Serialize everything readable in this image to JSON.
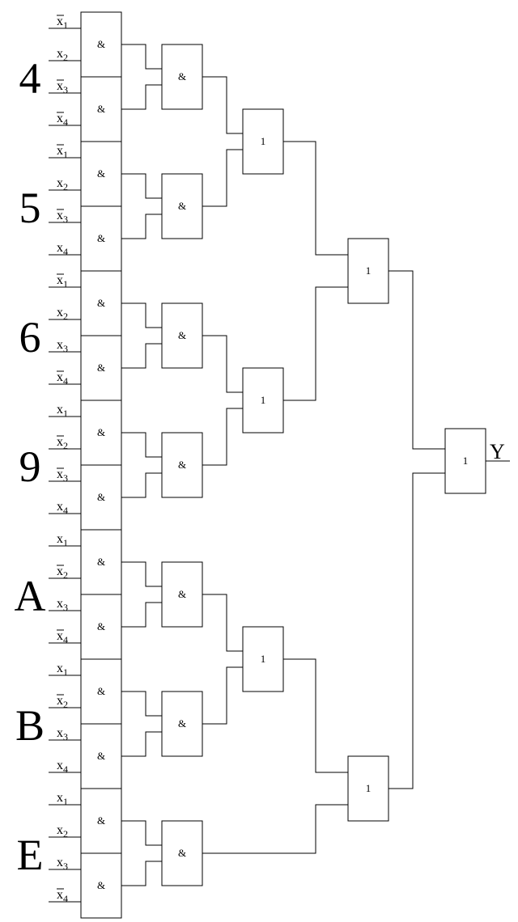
{
  "and_symbol": "&",
  "or_symbol": "1",
  "output_label": "Y",
  "variable_letter": "x",
  "rows": [
    {
      "digit": "4",
      "inputs": [
        [
          1,
          true
        ],
        [
          2,
          false
        ],
        [
          3,
          true
        ],
        [
          4,
          true
        ]
      ]
    },
    {
      "digit": "5",
      "inputs": [
        [
          1,
          true
        ],
        [
          2,
          false
        ],
        [
          3,
          true
        ],
        [
          4,
          false
        ]
      ]
    },
    {
      "digit": "6",
      "inputs": [
        [
          1,
          true
        ],
        [
          2,
          false
        ],
        [
          3,
          false
        ],
        [
          4,
          true
        ]
      ]
    },
    {
      "digit": "9",
      "inputs": [
        [
          1,
          false
        ],
        [
          2,
          true
        ],
        [
          3,
          true
        ],
        [
          4,
          false
        ]
      ]
    },
    {
      "digit": "A",
      "inputs": [
        [
          1,
          false
        ],
        [
          2,
          true
        ],
        [
          3,
          false
        ],
        [
          4,
          true
        ]
      ]
    },
    {
      "digit": "B",
      "inputs": [
        [
          1,
          false
        ],
        [
          2,
          true
        ],
        [
          3,
          false
        ],
        [
          4,
          false
        ]
      ]
    },
    {
      "digit": "E",
      "inputs": [
        [
          1,
          false
        ],
        [
          2,
          false
        ],
        [
          3,
          false
        ],
        [
          4,
          true
        ]
      ]
    }
  ]
}
